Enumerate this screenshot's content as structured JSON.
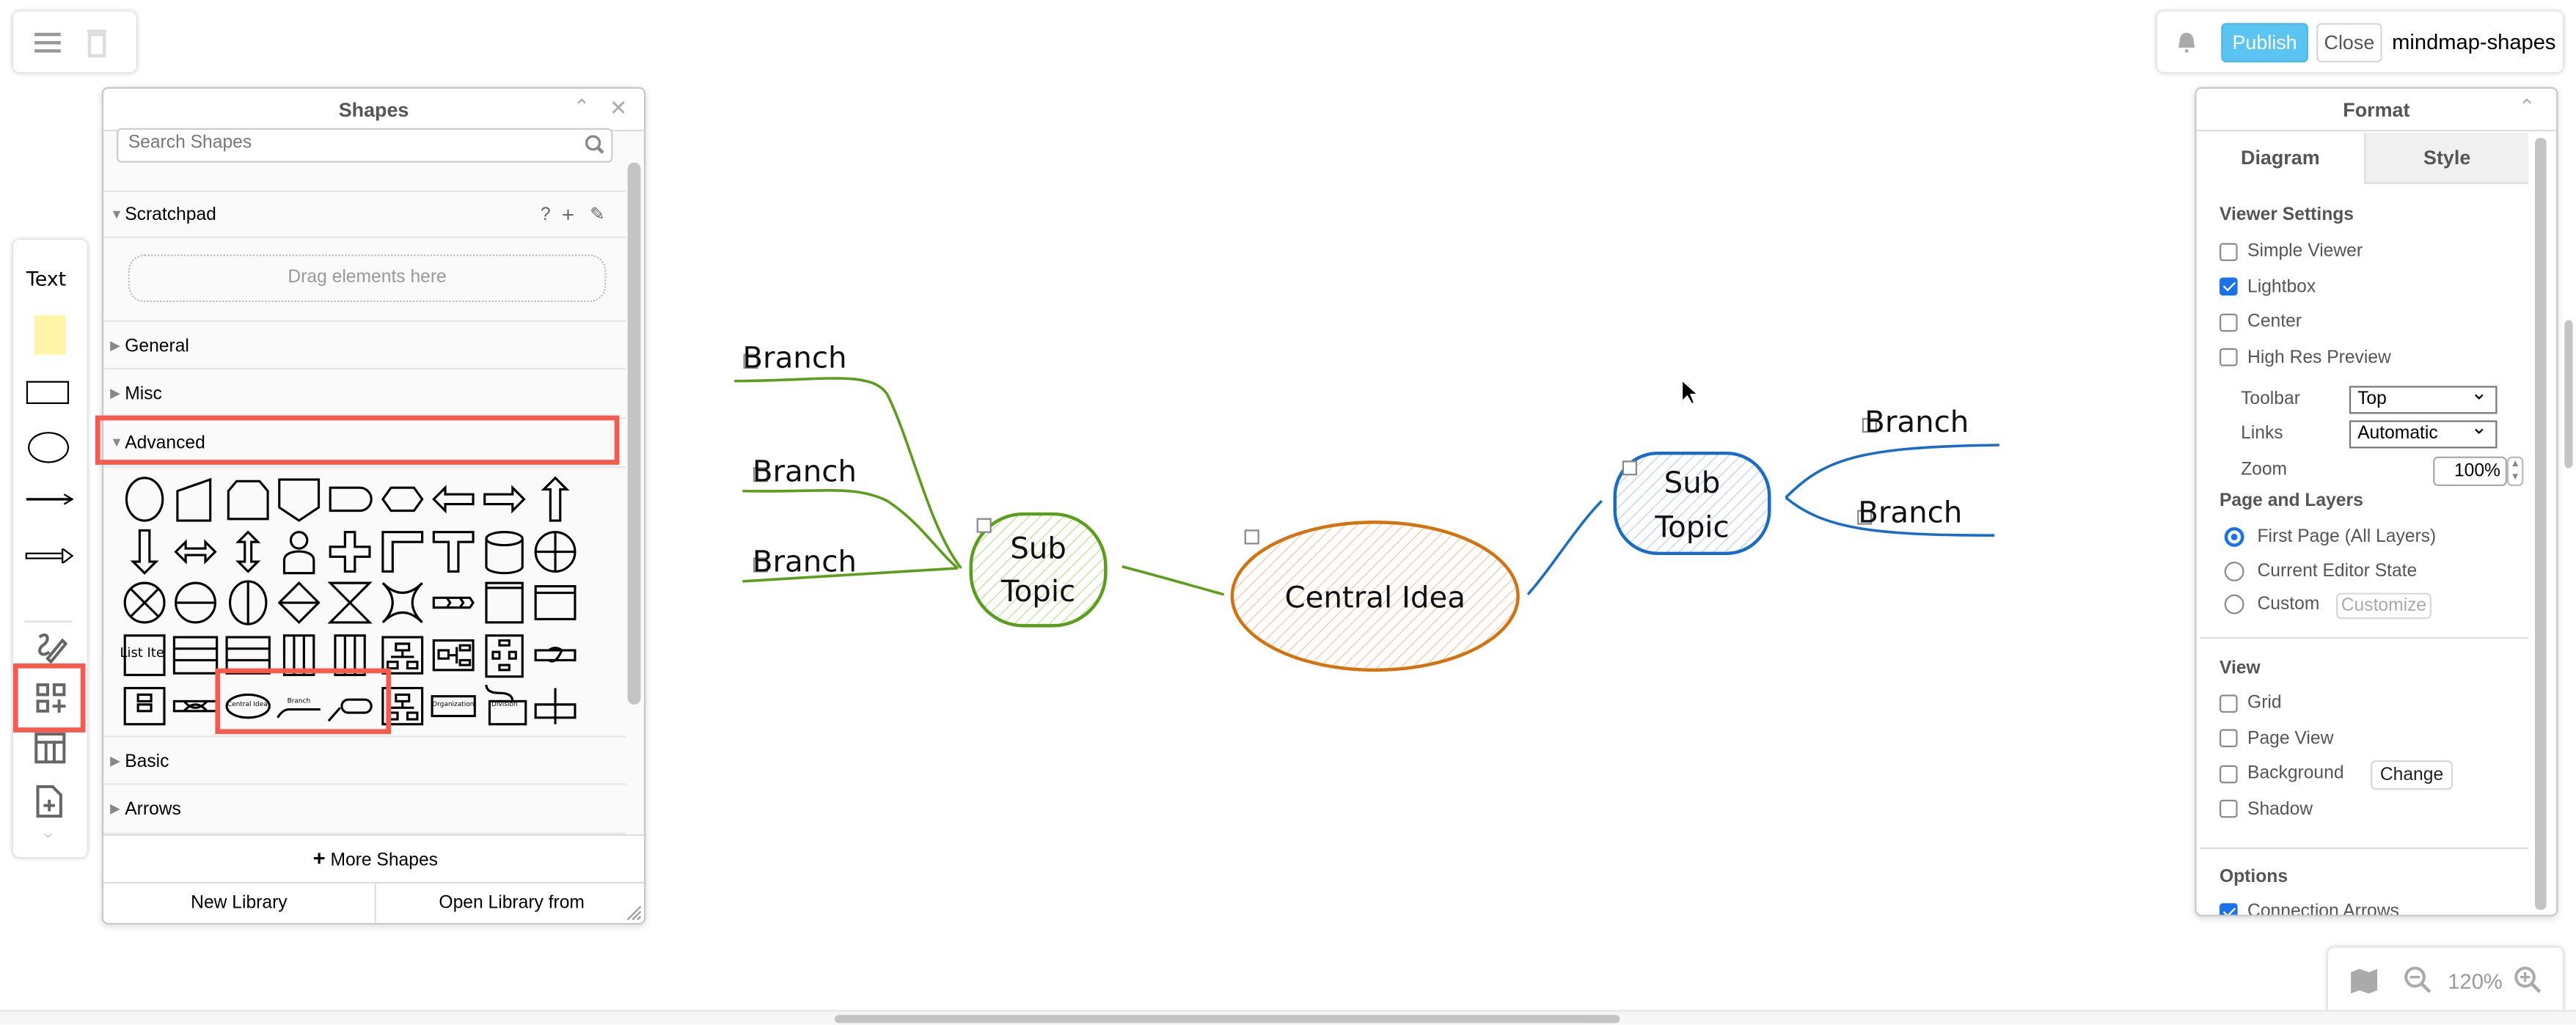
{
  "top_toolbar": {
    "menu_icon": "hamburger-menu-icon",
    "delete_icon": "trash-icon"
  },
  "header": {
    "bell_icon": "bell-icon",
    "publish": "Publish",
    "close": "Close",
    "title": "mindmap-shapes",
    "accent": "#5bc4f1"
  },
  "left_toolbar": {
    "text": "Text",
    "items": [
      "text",
      "sticky-note",
      "rectangle",
      "ellipse",
      "line",
      "arrow",
      "freehand",
      "shapes",
      "table",
      "add-page"
    ]
  },
  "shapes_panel": {
    "title": "Shapes",
    "search_placeholder": "Search Shapes",
    "scratchpad": {
      "label": "Scratchpad",
      "help": "?",
      "add": "+",
      "drop_hint": "Drag elements here"
    },
    "sections": {
      "general": "General",
      "misc": "Misc",
      "advanced": "Advanced",
      "basic": "Basic",
      "arrows": "Arrows"
    },
    "advanced_shapes": [
      "ellipse",
      "card",
      "octagon",
      "shield",
      "rounded-right",
      "hexagon",
      "arrow-left",
      "arrow-right",
      "arrow-up",
      "arrow-down",
      "arrow-lr",
      "arrow-ud",
      "actor",
      "cross",
      "corner",
      "tee",
      "cylinder",
      "or",
      "sum",
      "circle-h",
      "circle-v",
      "diamond-h",
      "hourglass",
      "star4",
      "process-bar",
      "container",
      "list",
      "list-item",
      "table-h",
      "table-h2",
      "table-v",
      "table-v2",
      "org-chart",
      "tree",
      "tree2",
      "swimlane",
      "container2",
      "crossbar",
      "mindmap-central",
      "mindmap-branch",
      "mindmap-subtopic",
      "org",
      "organization",
      "division",
      "sub-sections"
    ],
    "list_item_label": "List Ite",
    "central_label": "Central Idea",
    "branch_label": "Branch",
    "organization_label": "Organization",
    "division_label": "Division",
    "more_shapes": "More Shapes",
    "new_library": "New Library",
    "open_library": "Open Library from"
  },
  "canvas": {
    "central": {
      "label": "Central Idea",
      "color": "#d4720e"
    },
    "left_subtopic": {
      "label_1": "Sub",
      "label_2": "Topic",
      "color": "#5a9e1a",
      "branches": [
        "Branch",
        "Branch",
        "Branch"
      ]
    },
    "right_subtopic": {
      "label_1": "Sub",
      "label_2": "Topic",
      "color": "#1a6cc9",
      "branches": [
        "Branch",
        "Branch"
      ]
    }
  },
  "format_panel": {
    "title": "Format",
    "tabs": [
      "Diagram",
      "Style"
    ],
    "active_tab": "Diagram",
    "viewer_settings": "Viewer Settings",
    "checks": [
      {
        "label": "Simple Viewer",
        "checked": false
      },
      {
        "label": "Lightbox",
        "checked": true
      },
      {
        "label": "Center",
        "checked": false
      },
      {
        "label": "High Res Preview",
        "checked": false
      }
    ],
    "toolbar_label": "Toolbar",
    "toolbar_value": "Top",
    "links_label": "Links",
    "links_value": "Automatic",
    "zoom_label": "Zoom",
    "zoom_value": "100%",
    "page_layers": "Page and Layers",
    "radios": [
      {
        "label": "First Page (All Layers)",
        "selected": true
      },
      {
        "label": "Current Editor State",
        "selected": false
      },
      {
        "label": "Custom",
        "selected": false
      }
    ],
    "customize": "Customize",
    "view": "View",
    "view_checks": [
      {
        "label": "Grid",
        "checked": false
      },
      {
        "label": "Page View",
        "checked": false
      },
      {
        "label": "Background",
        "checked": false
      },
      {
        "label": "Shadow",
        "checked": false
      }
    ],
    "change": "Change",
    "options": "Options",
    "options_checks": [
      {
        "label": "Connection Arrows",
        "checked": true
      }
    ]
  },
  "zoom_control": {
    "value": "120%",
    "map_icon": "map-icon",
    "zoom_out_icon": "zoom-out-icon",
    "zoom_in_icon": "zoom-in-icon"
  }
}
